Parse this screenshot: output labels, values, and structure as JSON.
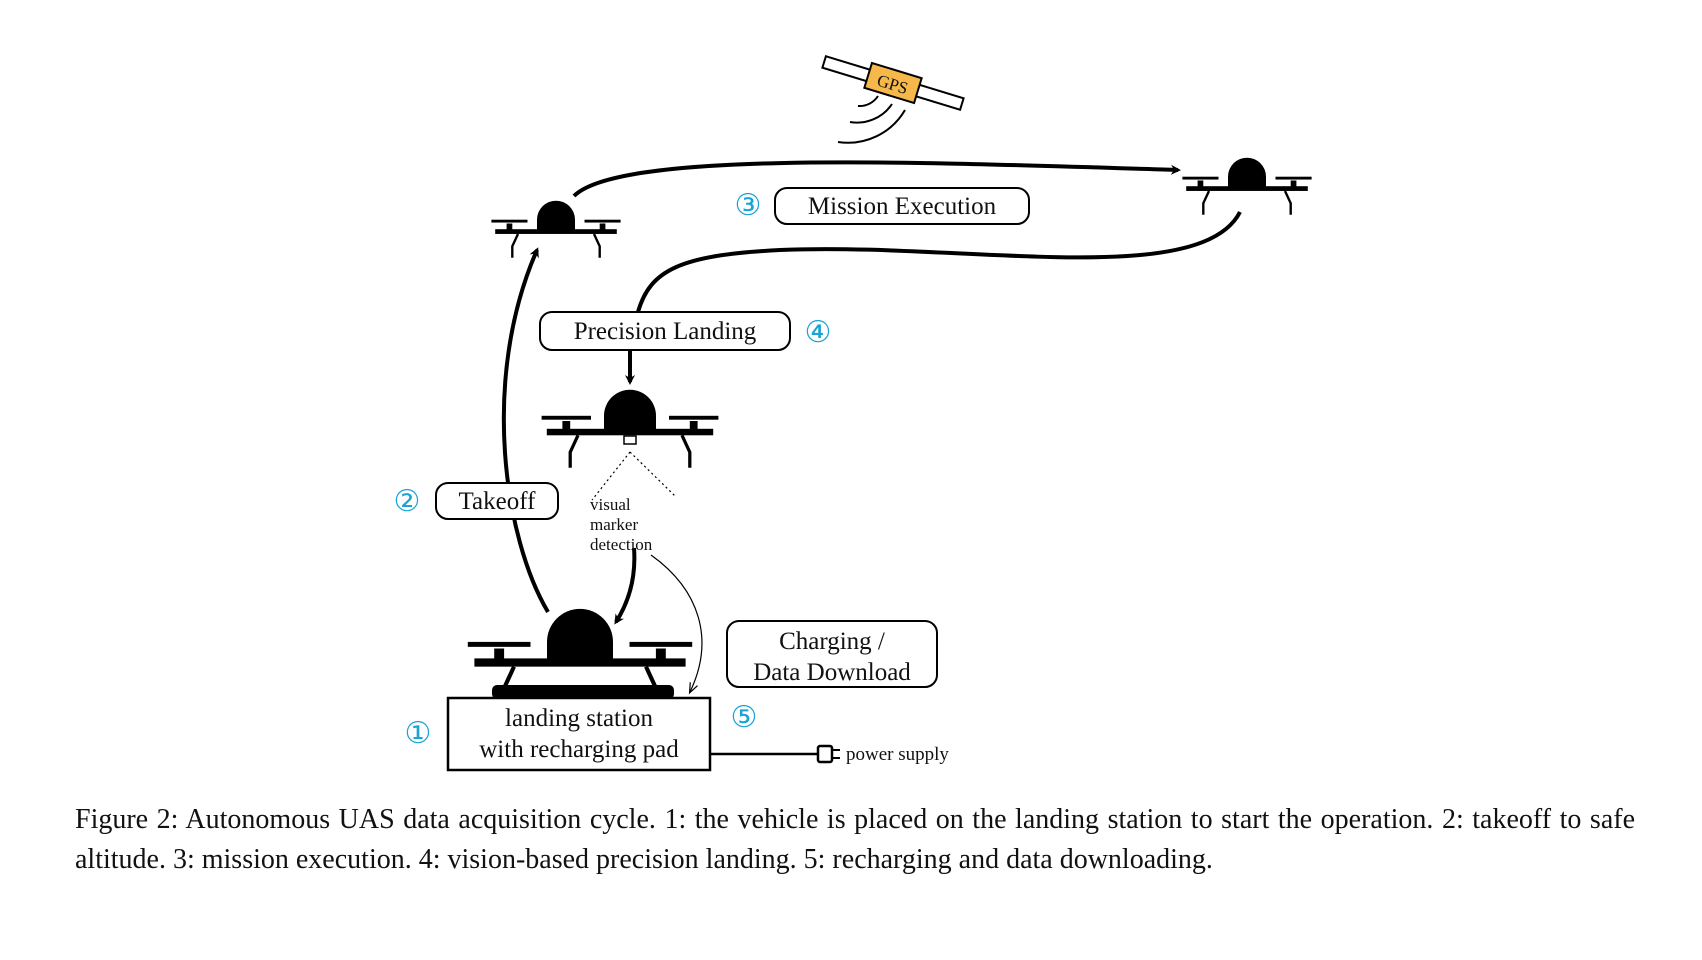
{
  "gps_label": "GPS",
  "labels": {
    "mission_execution": "Mission Execution",
    "precision_landing": "Precision Landing",
    "takeoff": "Takeoff",
    "charging_line1": "Charging /",
    "charging_line2": "Data Download",
    "station_line1": "landing station",
    "station_line2": "with recharging pad",
    "visual_line1": "visual",
    "visual_line2": "marker",
    "visual_line3": "detection",
    "power_supply": "power supply"
  },
  "step_numbers": [
    "①",
    "②",
    "③",
    "④",
    "⑤"
  ],
  "caption": "Figure 2:  Autonomous UAS data acquisition cycle.  1:  the vehicle is placed on the landing station to start the operation.  2: takeoff to safe altitude.  3: mission execution.  4: vision-based precision landing.  5: recharging and data downloading.",
  "colors": {
    "step_number": "#1aa3d6",
    "gps_fill": "#f7b84b",
    "ink": "#000000"
  }
}
